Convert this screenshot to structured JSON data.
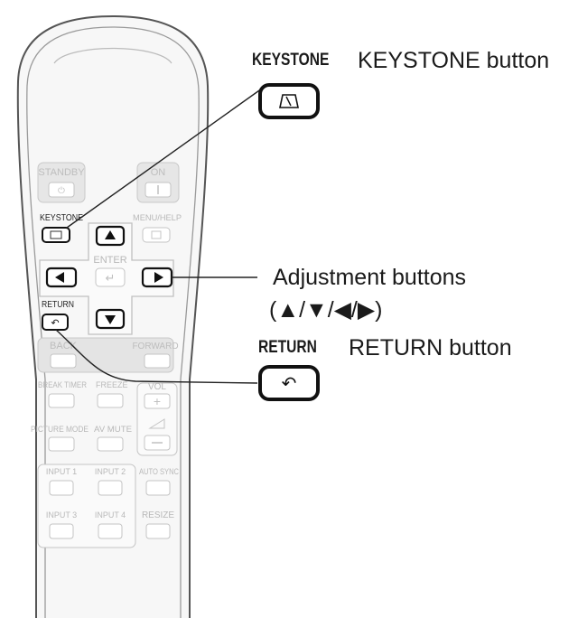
{
  "remote": {
    "standby": "STANDBY",
    "on": "ON",
    "keystone": "KEYSTONE",
    "menu_help": "MENU/HELP",
    "enter": "ENTER",
    "return": "RETURN",
    "back": "BACK",
    "forward": "FORWARD",
    "break_timer": "BREAK TIMER",
    "freeze": "FREEZE",
    "vol": "VOL",
    "picture_mode": "PICTURE MODE",
    "av_mute": "AV MUTE",
    "input1": "INPUT 1",
    "input2": "INPUT 2",
    "auto_sync": "AUTO SYNC",
    "input3": "INPUT 3",
    "input4": "INPUT 4",
    "resize": "RESIZE"
  },
  "callouts": {
    "keystone_key": "KEYSTONE",
    "keystone_desc": "KEYSTONE button",
    "adjustment_line1": "Adjustment buttons",
    "adjustment_line2": "(▲/▼/◀/▶)",
    "return_key": "RETURN",
    "return_desc": "RETURN button"
  }
}
